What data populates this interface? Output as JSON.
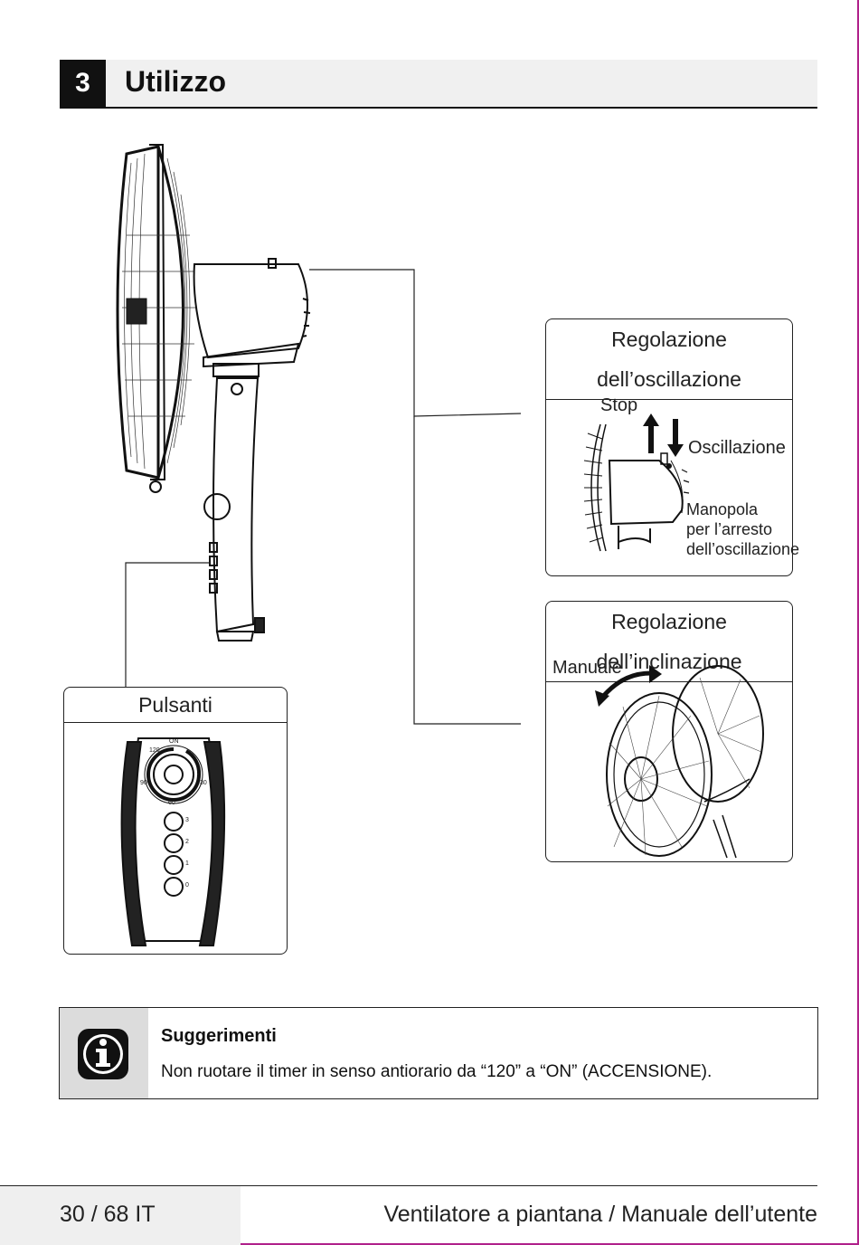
{
  "section": {
    "number": "3",
    "title": "Utilizzo"
  },
  "callouts": {
    "oscillation": {
      "title": "Regolazione dell’oscillazione",
      "stop": "Stop",
      "oscillation": "Oscillazione",
      "knob_line1": "Manopola",
      "knob_line2": "per l’arresto",
      "knob_line3": "dell’oscillazione"
    },
    "tilt": {
      "title": "Regolazione dell’inclinazione",
      "manual": "Manuale"
    },
    "buttons": {
      "title": "Pulsanti",
      "timer_on": "ON",
      "timer_120": "120",
      "timer_90": "90",
      "timer_60": "60",
      "timer_30": "30",
      "speed_3": "3",
      "speed_2": "2",
      "speed_1": "1",
      "speed_0": "0"
    }
  },
  "tips": {
    "icon": "info-icon",
    "title": "Suggerimenti",
    "text": "Non ruotare il timer in senso antiorario da “120” a “ON” (ACCENSIONE)."
  },
  "footer": {
    "page": "30 / 68 IT",
    "document_title": "Ventilatore a piantana / Manuale dell’utente"
  },
  "colors": {
    "accent_edge": "#b0208a",
    "header_bg": "#f0f0f0",
    "tips_icon_bg": "#dcdcdc"
  }
}
